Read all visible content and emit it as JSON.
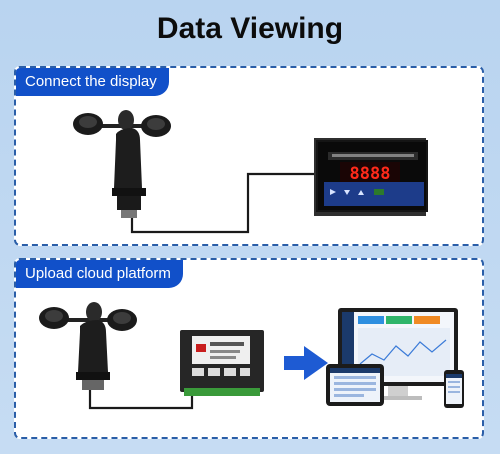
{
  "page": {
    "title": "Data Viewing"
  },
  "sections": [
    {
      "label": "Connect the display"
    },
    {
      "label": "Upload cloud platform"
    }
  ],
  "display": {
    "readout": "8888"
  },
  "colors": {
    "accent": "#1150c9",
    "background": "#c6dcf3",
    "panel_border": "#2a5ea8",
    "display_digits": "#ff2a1a",
    "arrow": "#1e5bd3"
  },
  "icons": [
    "anemometer-icon",
    "panel-display-icon",
    "controller-box-icon",
    "arrow-right-icon",
    "monitor-icon",
    "tablet-icon",
    "phone-icon"
  ]
}
